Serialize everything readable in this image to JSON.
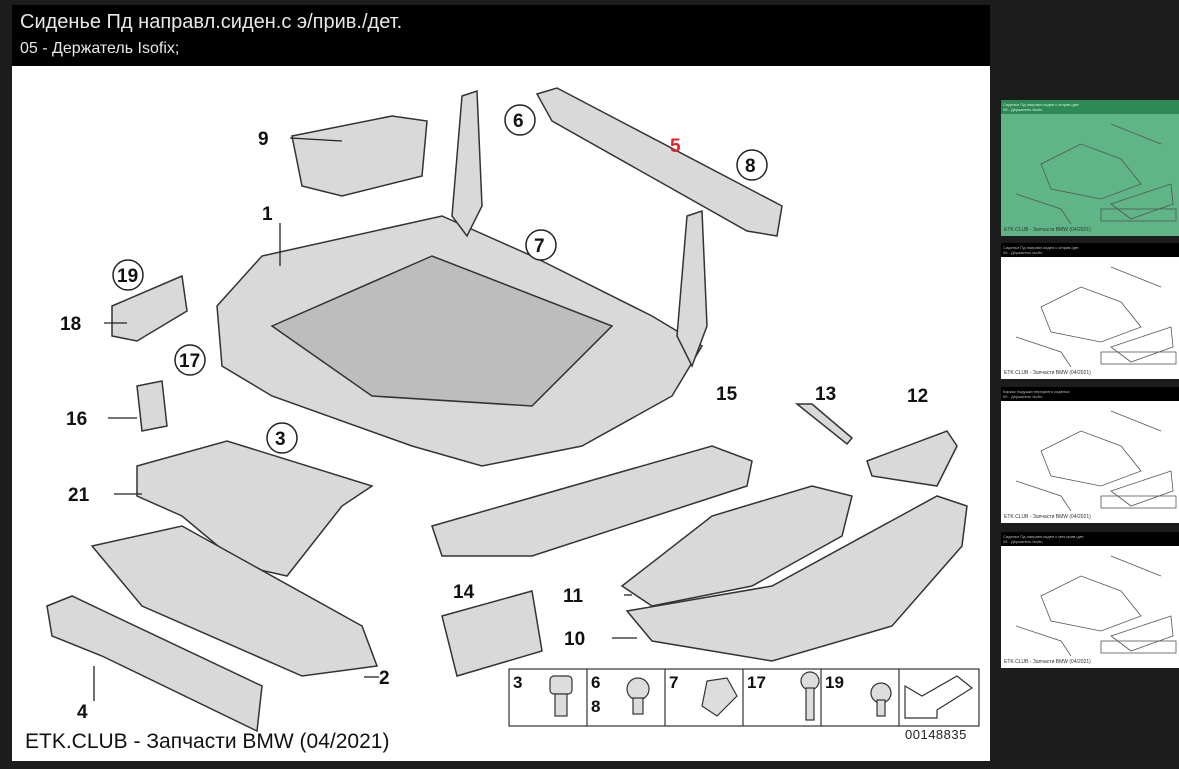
{
  "header": {
    "title": "Сиденье Пд направл.сиден.с э/прив./дет.",
    "subtitle": "05 - Держатель Isofix;"
  },
  "diagram": {
    "callouts": [
      "1",
      "2",
      "3",
      "4",
      "6",
      "7",
      "8",
      "9",
      "10",
      "11",
      "12",
      "13",
      "14",
      "15",
      "16",
      "17",
      "18",
      "19",
      "21"
    ],
    "highlighted_callout": "5",
    "highlight_color": "#e8202a",
    "legend": [
      {
        "labels": [
          "3"
        ],
        "icon": "hex-socket-bolt-icon"
      },
      {
        "labels": [
          "6",
          "8"
        ],
        "icon": "torx-screw-icon"
      },
      {
        "labels": [
          "7"
        ],
        "icon": "clip-icon"
      },
      {
        "labels": [
          "17"
        ],
        "icon": "long-screw-icon"
      },
      {
        "labels": [
          "19"
        ],
        "icon": "button-head-screw-icon"
      },
      {
        "labels": [],
        "icon": "direction-arrow-icon"
      }
    ],
    "drawing_number": "00148835",
    "footer": "ETK.CLUB - Запчасти BMW (04/2021)"
  },
  "thumbnails": [
    {
      "title": "Сиденье Пд направл.сиден.с э/прив./дет.",
      "subtitle": "05 - Держатель Isofix;",
      "footer": "ETK.CLUB - Запчасти BMW (04/2021)",
      "selected": true
    },
    {
      "title": "Сиденье Пд направл.сиден.с э/прив./дет.",
      "subtitle": "05 - Держатель Isofix;",
      "footer": "ETK.CLUB - Запчасти BMW (04/2021)",
      "selected": false
    },
    {
      "title": "Каркас подушки переднего сиденья",
      "subtitle": "05 - Держатель Isofix;",
      "footer": "ETK.CLUB - Запчасти BMW (04/2021)",
      "selected": false
    },
    {
      "title": "Сиденье Пд направл.сиден.с мех.прив./дет.",
      "subtitle": "05 - Держатель Isofix;",
      "footer": "ETK.CLUB - Запчасти BMW (04/2021)",
      "selected": false
    }
  ]
}
